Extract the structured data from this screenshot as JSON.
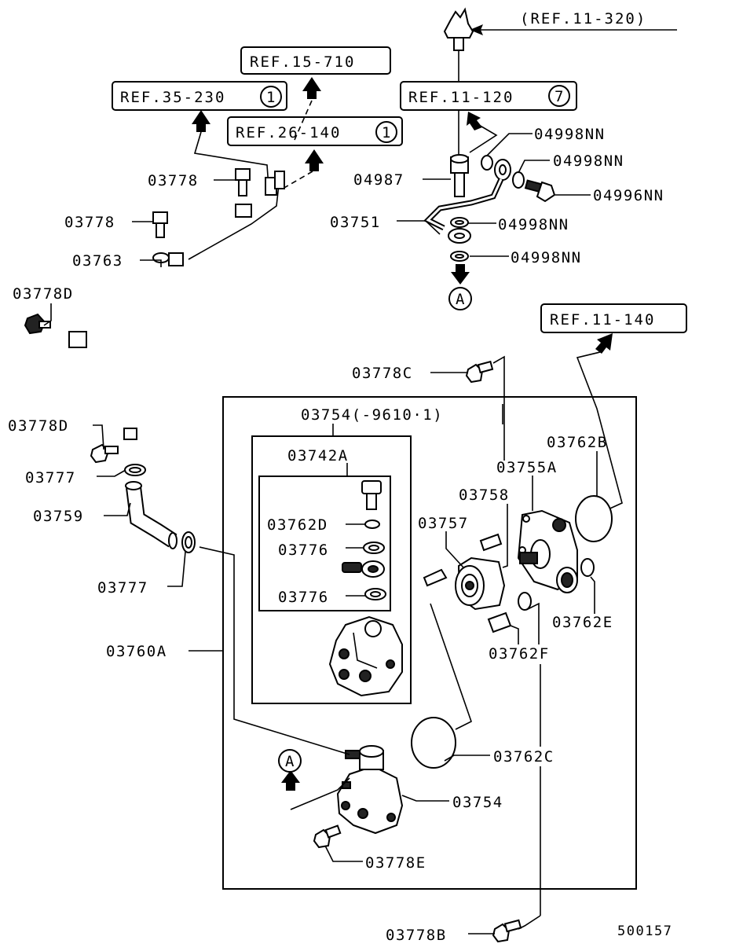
{
  "refs": {
    "r1": "(REF.11-320)",
    "r2": "REF.15-710",
    "r3": "REF.35-230",
    "r3n": "1",
    "r4": "REF.26-140",
    "r4n": "1",
    "r5": "REF.11-120",
    "r5n": "7",
    "r6": "REF.11-140"
  },
  "parts": {
    "p03778a": "03778",
    "p03778b": "03778",
    "p03763": "03763",
    "p03778d1": "03778D",
    "p03778d2": "03778D",
    "p03777a": "03777",
    "p03759": "03759",
    "p03777b": "03777",
    "p03760a": "03760A",
    "p04987": "04987",
    "p03751": "03751",
    "p04998a": "04998NN",
    "p04998b": "04998NN",
    "p04996": "04996NN",
    "p04998c": "04998NN",
    "p04998d": "04998NN",
    "p03778c": "03778C",
    "p03754top": "03754(-9610·1)",
    "p03742a": "03742A",
    "p03762d": "03762D",
    "p03776a": "03776",
    "p03776b": "03776",
    "p03762b": "03762B",
    "p03755a": "03755A",
    "p03758": "03758",
    "p03757": "03757",
    "p03762e": "03762E",
    "p03762f": "03762F",
    "p03762c": "03762C",
    "p03754": "03754",
    "p03778e": "03778E",
    "p03778b2": "03778B"
  },
  "markers": {
    "a1": "A",
    "a2": "A"
  },
  "footer": {
    "code": "500157"
  }
}
